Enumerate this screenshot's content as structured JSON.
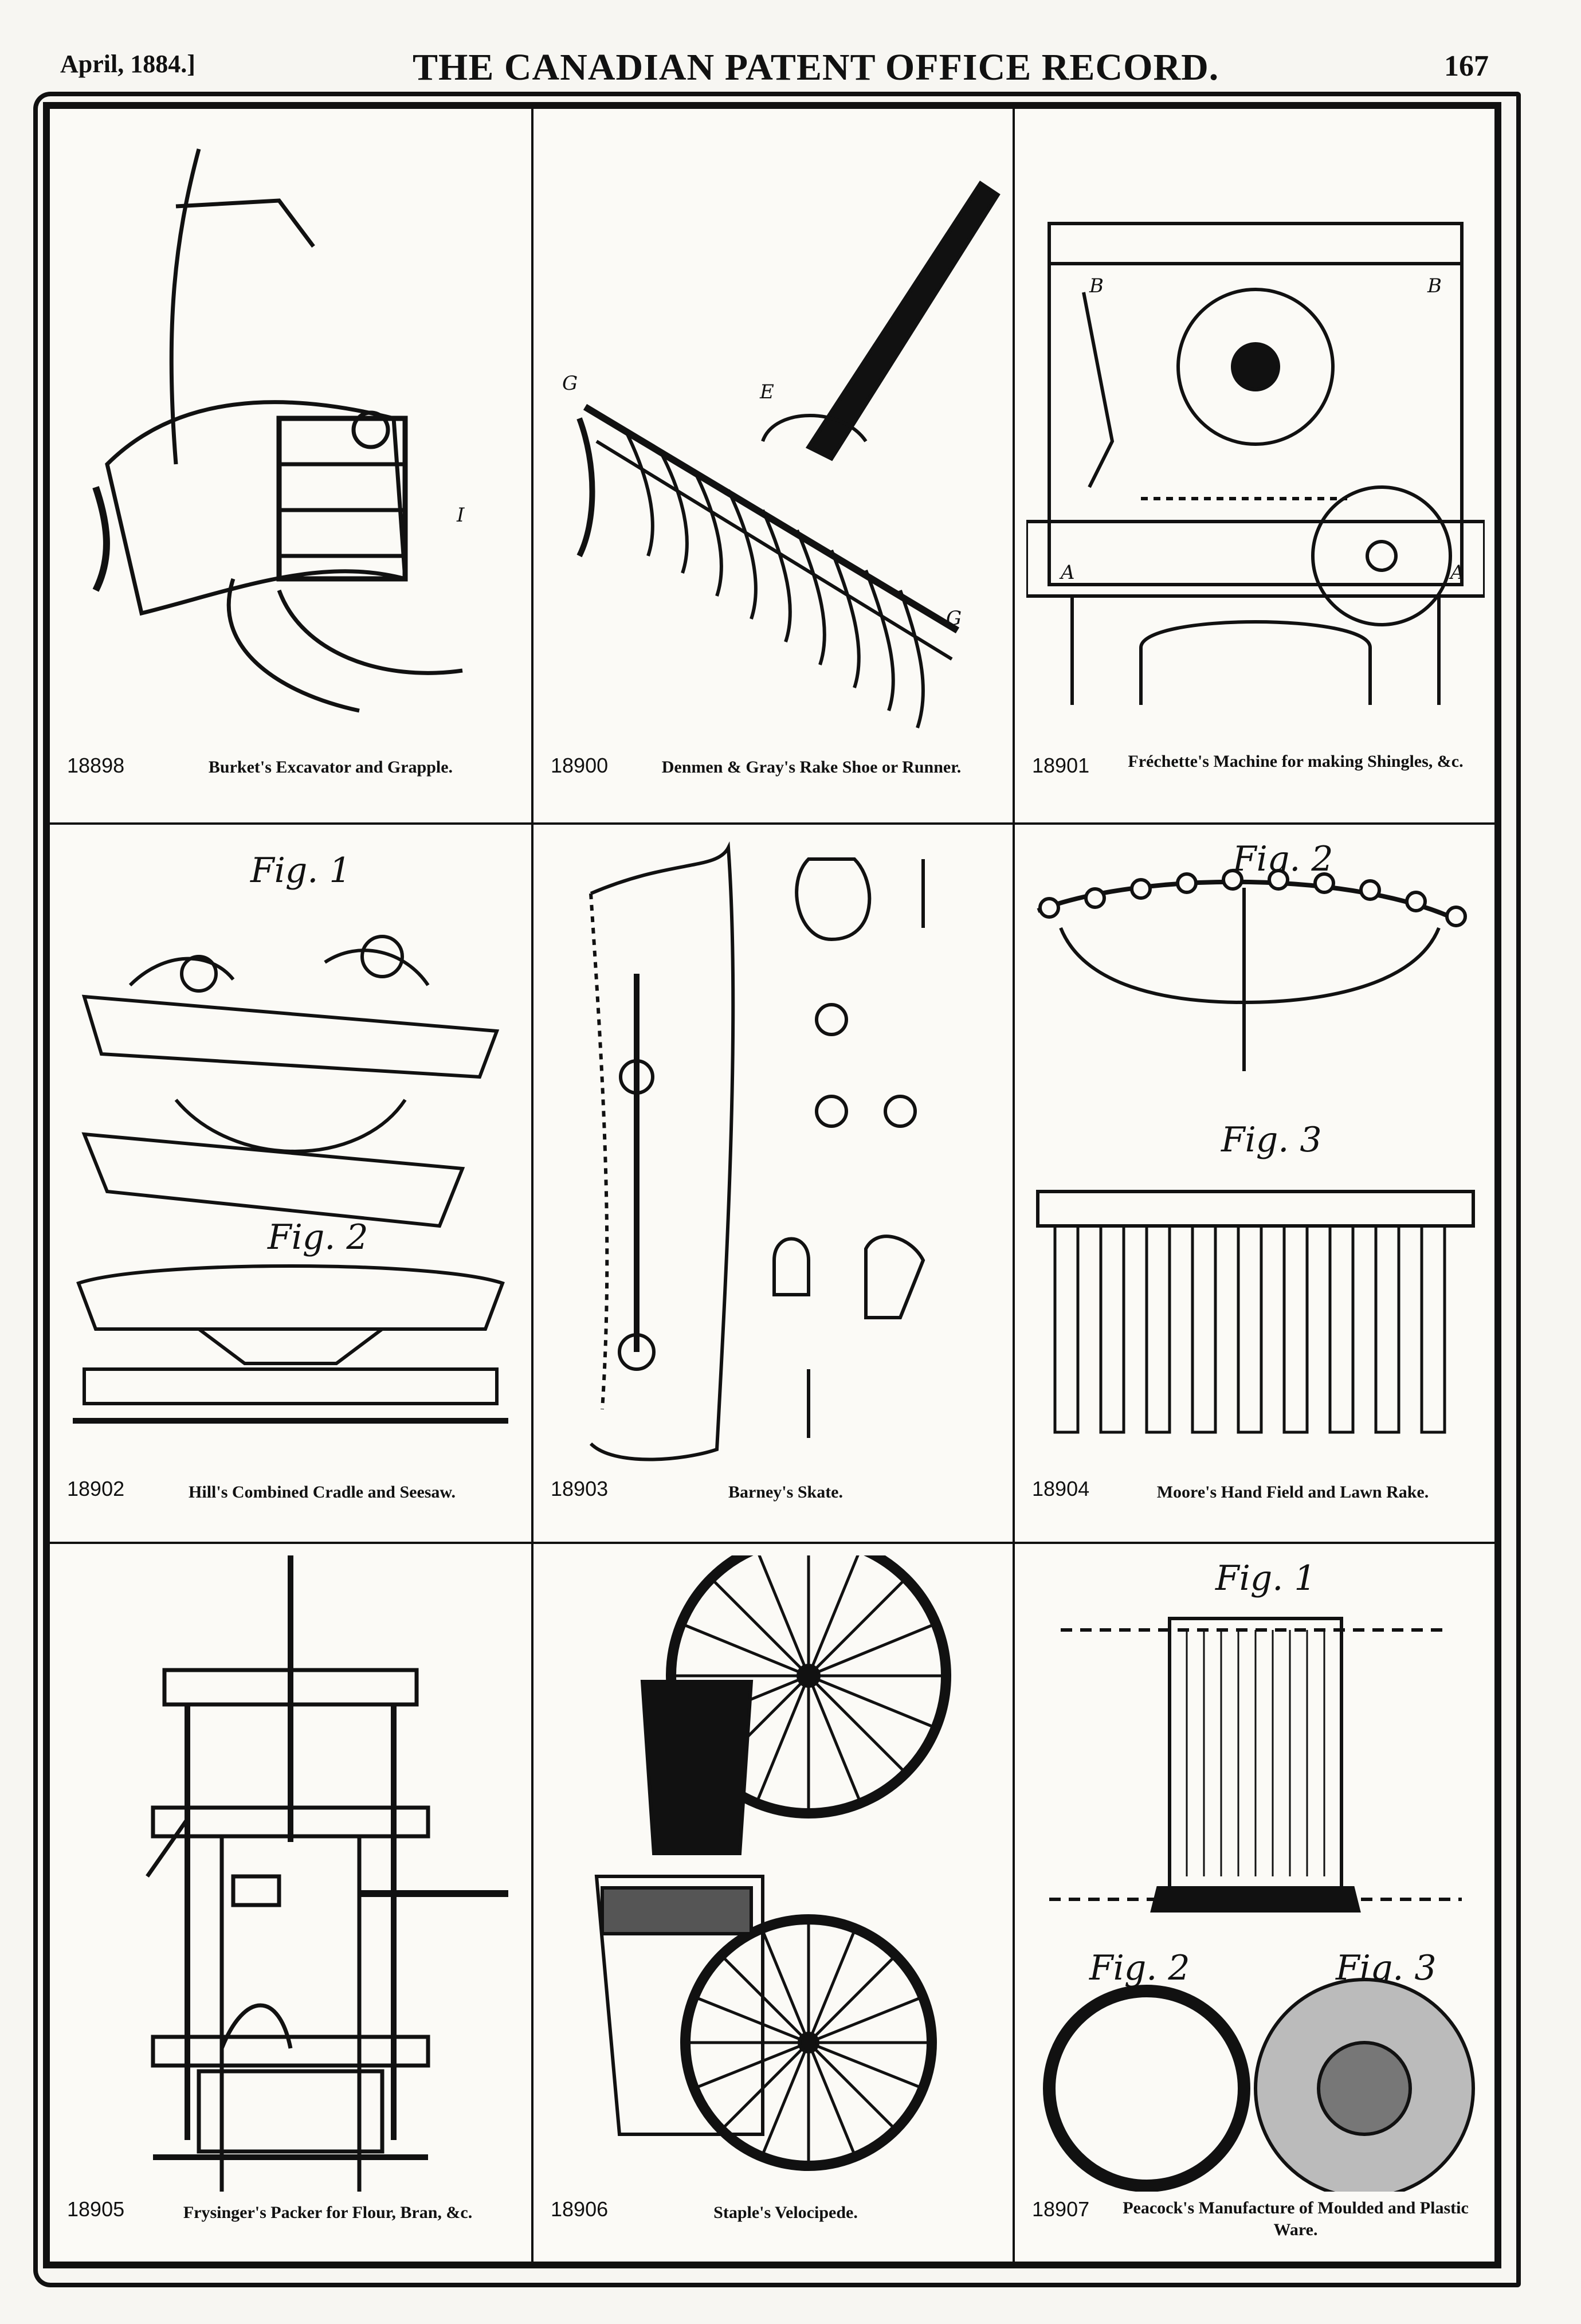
{
  "header": {
    "date": "April, 1884.]",
    "title": "THE CANADIAN PATENT OFFICE RECORD.",
    "page_number": "167"
  },
  "patents": [
    {
      "number": "18898",
      "caption": "Burket's Excavator and Grapple."
    },
    {
      "number": "18900",
      "caption": "Denmen & Gray's Rake Shoe or Runner."
    },
    {
      "number": "18901",
      "caption": "Fréchette's Machine for making Shingles, &c."
    },
    {
      "number": "18902",
      "caption": "Hill's Combined Cradle and Seesaw."
    },
    {
      "number": "18903",
      "caption": "Barney's Skate."
    },
    {
      "number": "18904",
      "caption": "Moore's Hand Field and Lawn Rake."
    },
    {
      "number": "18905",
      "caption": "Frysinger's Packer for Flour, Bran, &c."
    },
    {
      "number": "18906",
      "caption": "Staple's Velocipede."
    },
    {
      "number": "18907",
      "caption": "Peacock's Manufacture of Moulded and Plastic Ware."
    }
  ],
  "figure_labels": {
    "fig1": "Fig. 1",
    "fig2": "Fig. 2",
    "fig3": "Fig. 3"
  }
}
